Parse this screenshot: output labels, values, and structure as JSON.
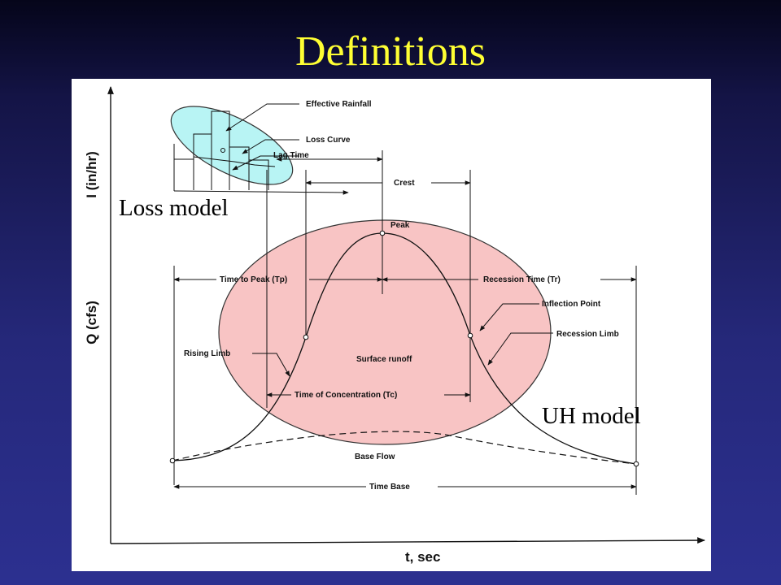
{
  "slide": {
    "title": "Definitions"
  },
  "diagram": {
    "labels": {
      "effective_rainfall": "Effective Rainfall",
      "loss_curve": "Loss Curve",
      "lag_time": "Lag Time",
      "crest": "Crest",
      "peak": "Peak",
      "time_to_peak": "Time to Peak (Tp)",
      "recession_time": "Recession Time (Tr)",
      "inflection_point": "Inflection Point",
      "recession_limb": "Recession Limb",
      "rising_limb": "Rising Limb",
      "surface_runoff": "Surface runoff",
      "time_of_concentration": "Time of Concentration (Tc)",
      "base_flow": "Base Flow",
      "time_base": "Time Base"
    },
    "axes": {
      "y_upper": "I (in/hr)",
      "y_lower": "Q (cfs)",
      "x": "t, sec"
    },
    "overlays": {
      "loss_model": "Loss model",
      "uh_model": "UH model"
    },
    "colors": {
      "loss_ellipse": "#b8f4f4",
      "uh_ellipse": "#f8c4c4",
      "title": "#ffff33"
    }
  }
}
